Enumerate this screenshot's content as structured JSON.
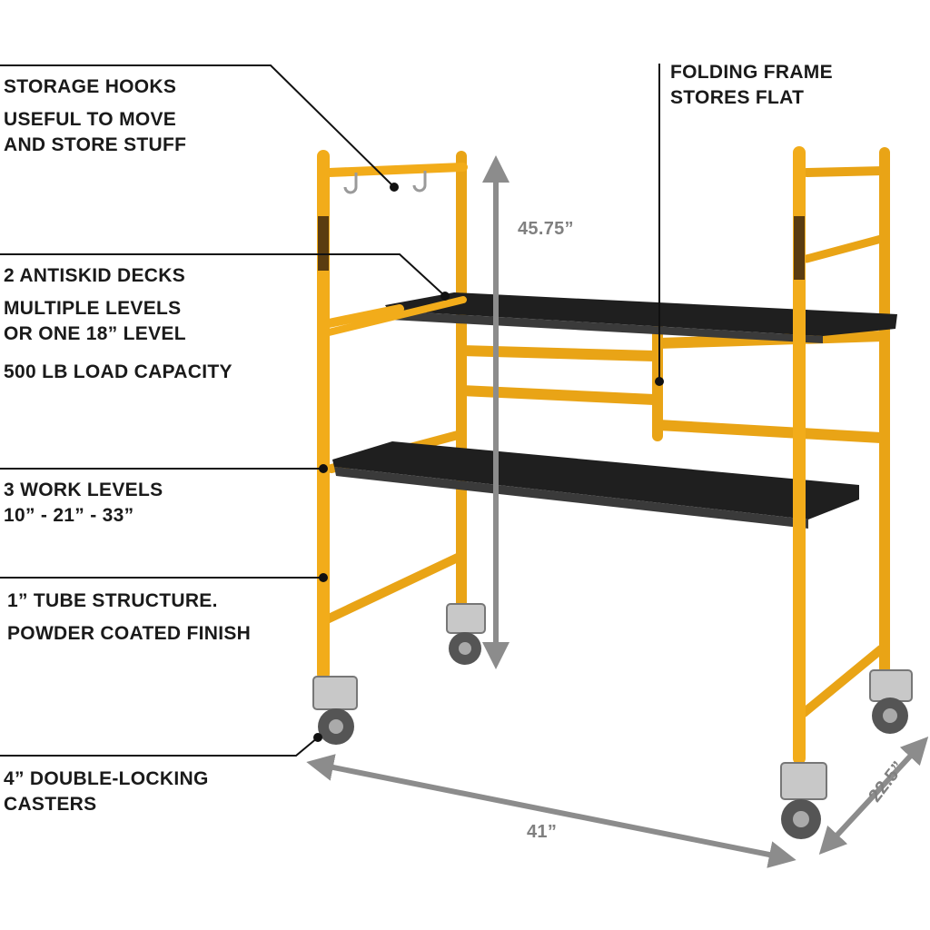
{
  "colors": {
    "frame": "#f2ac1a",
    "frame_shade": "#c98a0e",
    "deck": "#2b2b2b",
    "dimension": "#8c8c8c",
    "callout_line": "#111111",
    "text": "#1a1a1a"
  },
  "callouts": {
    "storage_hooks": {
      "title": "STORAGE HOOKS",
      "line1": "USEFUL TO MOVE",
      "line2": "AND STORE STUFF"
    },
    "folding_frame": {
      "line1": "FOLDING FRAME",
      "line2": "STORES FLAT"
    },
    "decks": {
      "title": "2 ANTISKID DECKS",
      "line1": "MULTIPLE LEVELS",
      "line2": "OR ONE 18” LEVEL",
      "capacity": "500 LB LOAD CAPACITY"
    },
    "work_levels": {
      "title": "3 WORK LEVELS",
      "values": "10” - 21” - 33”"
    },
    "tube": {
      "line1": "1” TUBE STRUCTURE.",
      "line2": "POWDER COATED FINISH"
    },
    "casters": {
      "line1": "4” DOUBLE-LOCKING",
      "line2": "CASTERS"
    }
  },
  "dimensions": {
    "height": "45.75”",
    "width": "41”",
    "depth": "22.5”"
  }
}
